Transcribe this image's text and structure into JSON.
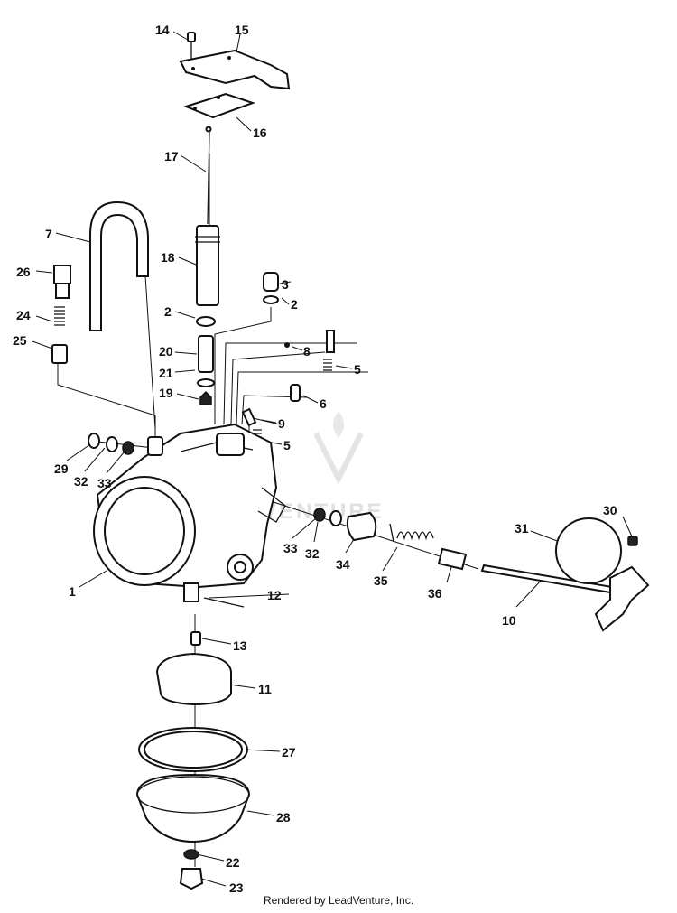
{
  "callouts": {
    "c14": "14",
    "c15": "15",
    "c16": "16",
    "c17": "17",
    "c7": "7",
    "c18": "18",
    "c26": "26",
    "c3": "3",
    "c2a": "2",
    "c24": "24",
    "c2b": "2",
    "c25": "25",
    "c20": "20",
    "c8": "8",
    "c5a": "5",
    "c21": "21",
    "c19": "19",
    "c6": "6",
    "c9": "9",
    "c5b": "5",
    "c29": "29",
    "c32a": "32",
    "c33a": "33",
    "c30": "30",
    "c31": "31",
    "c33b": "33",
    "c32b": "32",
    "c34": "34",
    "c35": "35",
    "c36": "36",
    "c1": "1",
    "c12": "12",
    "c10": "10",
    "c13": "13",
    "c11": "11",
    "c27": "27",
    "c28": "28",
    "c22": "22",
    "c23": "23"
  },
  "watermark": "VENTURE",
  "footer": "Rendered by LeadVenture, Inc."
}
